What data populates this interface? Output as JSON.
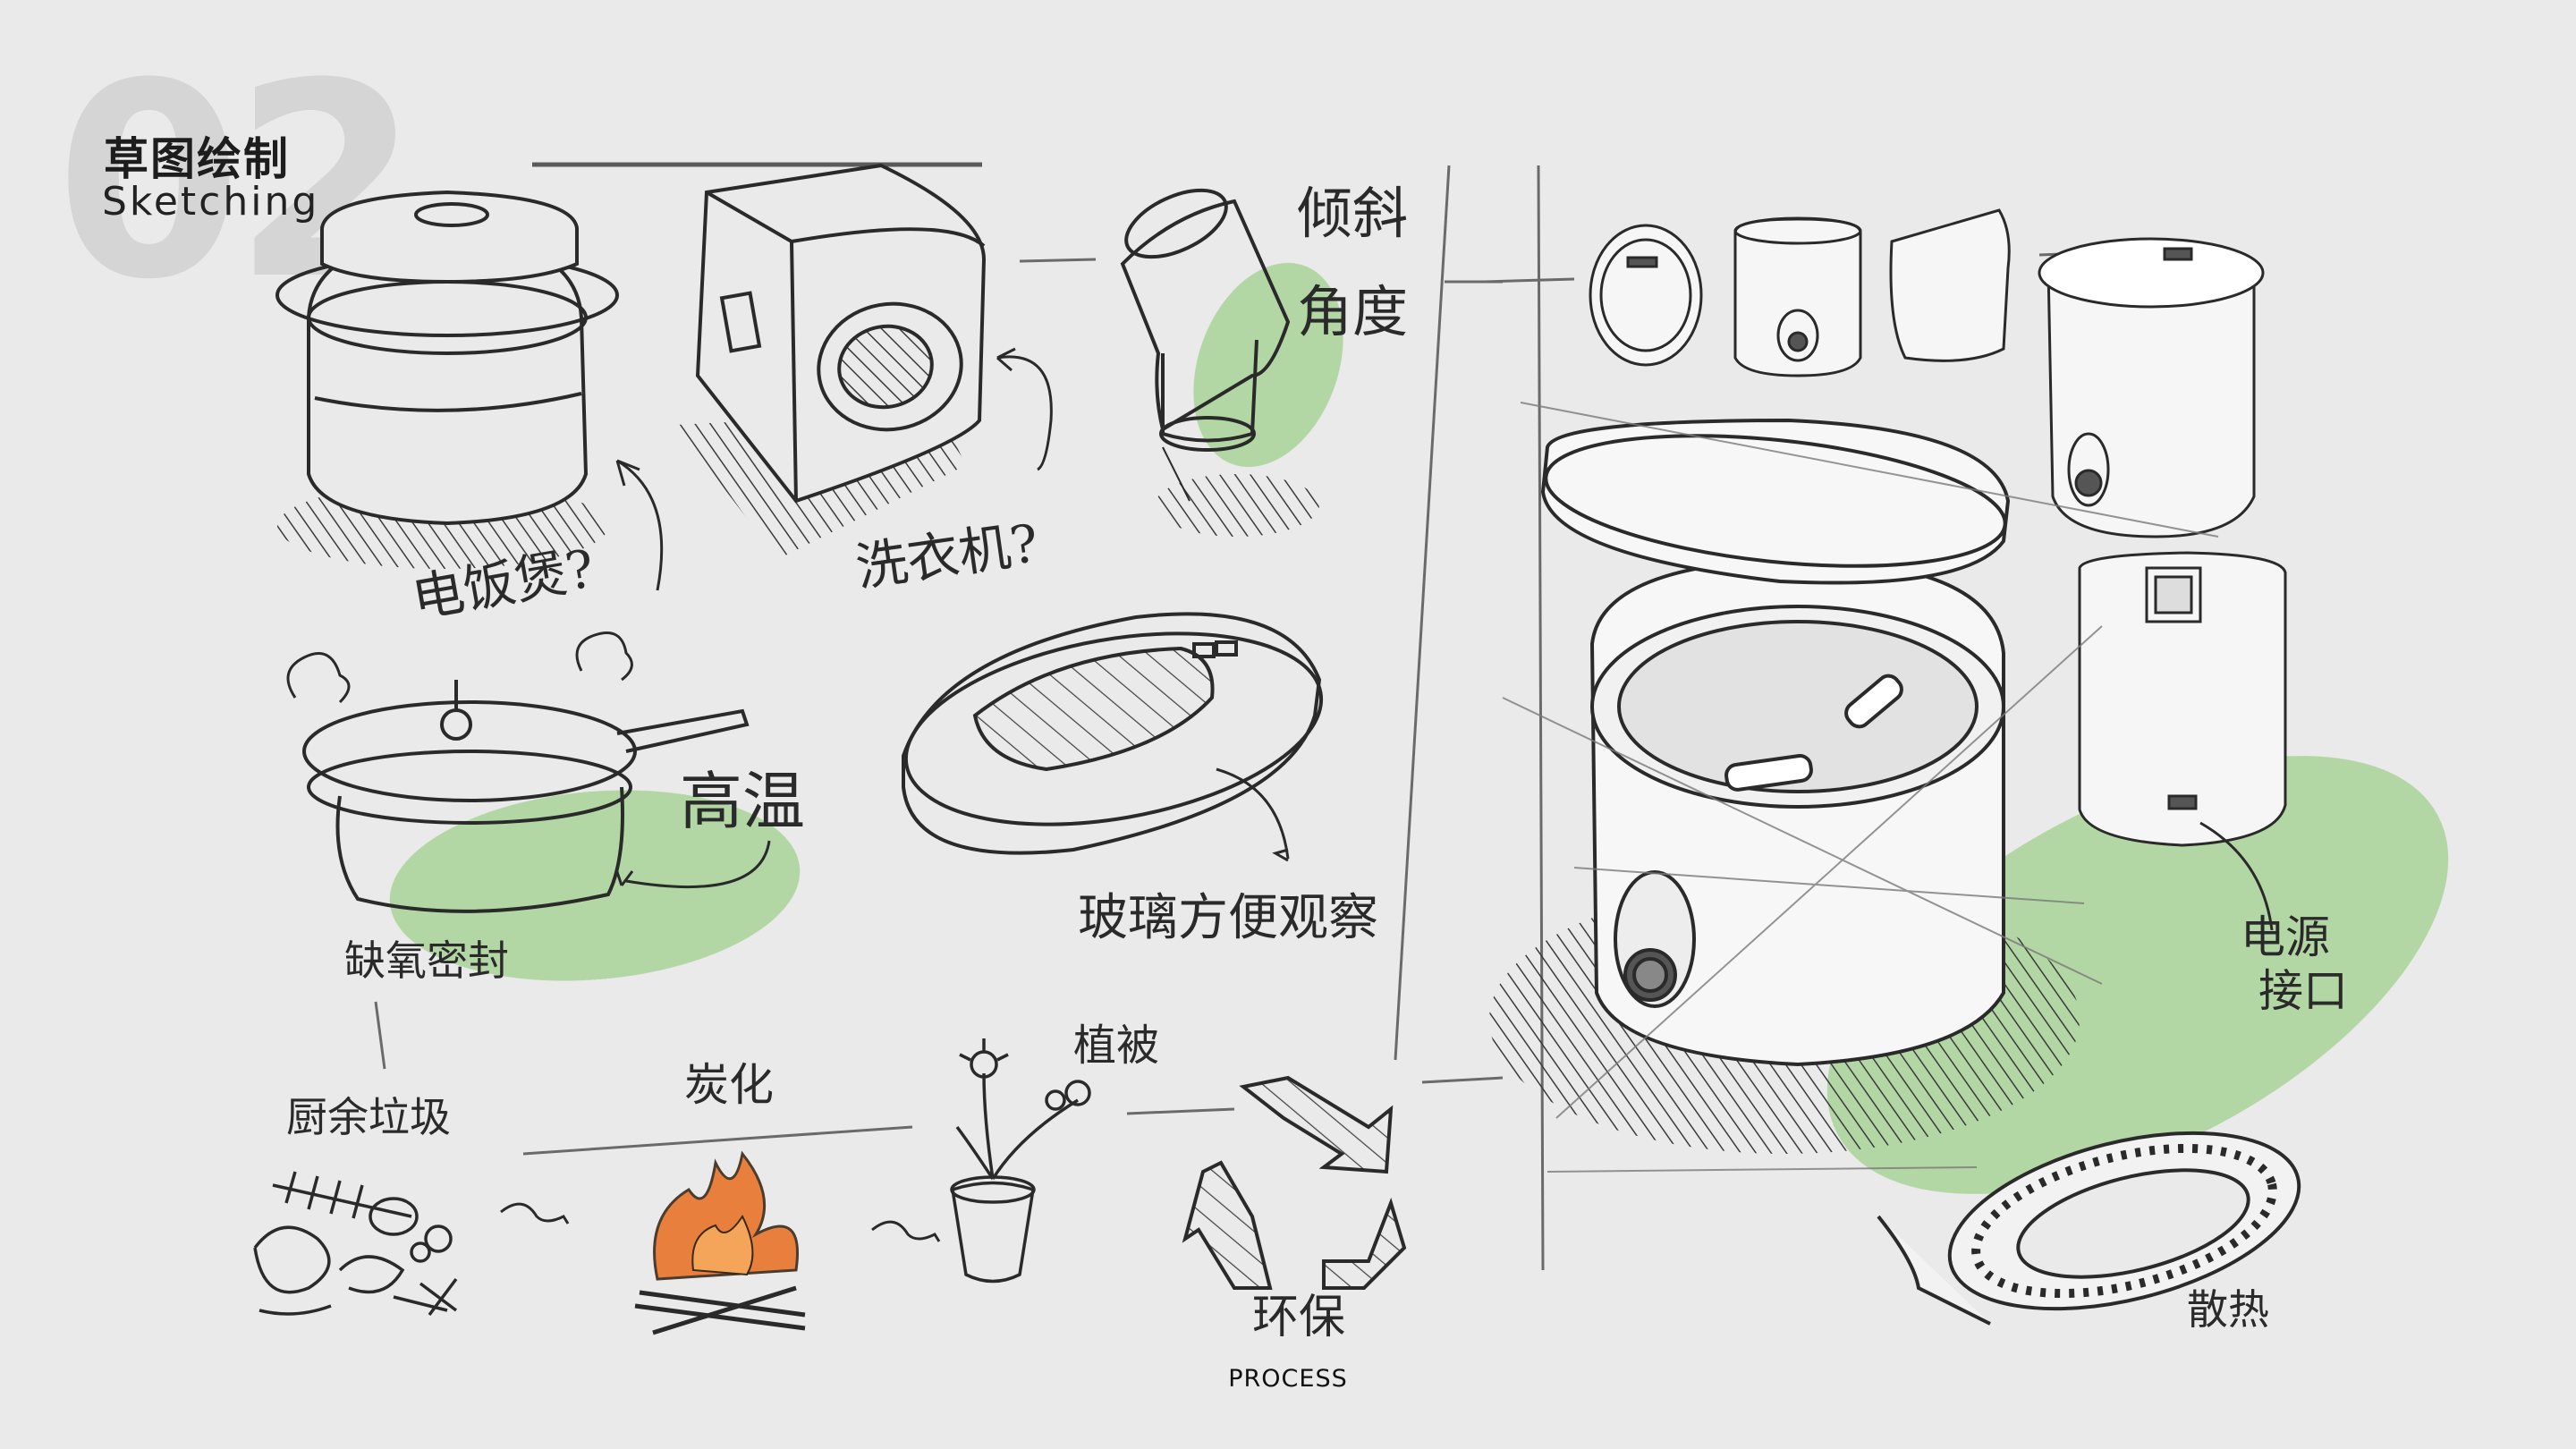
{
  "section": {
    "number": "02",
    "title_cn": "草图绘制",
    "title_en": "Sketching"
  },
  "annotations": {
    "rice_cooker": "电饭煲?",
    "washing_machine": "洗衣机?",
    "tilt_angle": "倾斜角度",
    "high_temp": "高温",
    "anoxic_seal": "缺氧密封",
    "glass_window": "玻璃方便观察",
    "food_waste": "厨余垃圾",
    "carbonize": "炭化",
    "plant": "植被",
    "eco": "环保",
    "power_port": "电源接口",
    "heat_pad": "散热"
  },
  "footer": {
    "label": "PROCESS"
  },
  "colors": {
    "background": "#ebeaeb",
    "accent_green": "#9fd08c",
    "ink": "#2a2a2a",
    "flame": "#e8742a"
  },
  "icons": [
    "recycle-icon",
    "flame-icon",
    "flower-icon",
    "fishbone-icon"
  ]
}
